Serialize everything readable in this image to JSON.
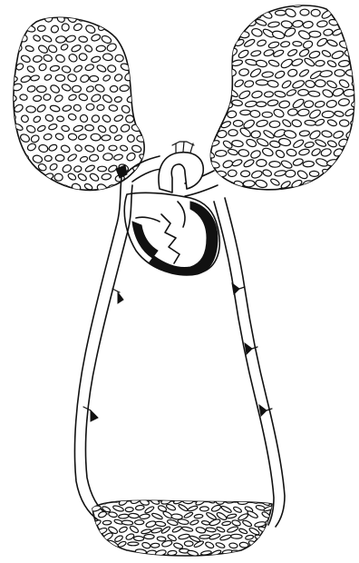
{
  "diagram": {
    "parts": [
      {
        "id": "left-capillary-bed",
        "icon": "capillary-network"
      },
      {
        "id": "right-capillary-bed",
        "icon": "capillary-network"
      },
      {
        "id": "heart",
        "icon": "heart-section"
      },
      {
        "id": "aortic-arch",
        "icon": "arch"
      },
      {
        "id": "left-vessel",
        "icon": "vessel"
      },
      {
        "id": "right-vessel",
        "icon": "vessel"
      },
      {
        "id": "valves",
        "count": 6
      },
      {
        "id": "lower-capillary-bed",
        "icon": "capillary-network"
      }
    ],
    "ink_color": "#111111",
    "paper_color": "#ffffff"
  }
}
